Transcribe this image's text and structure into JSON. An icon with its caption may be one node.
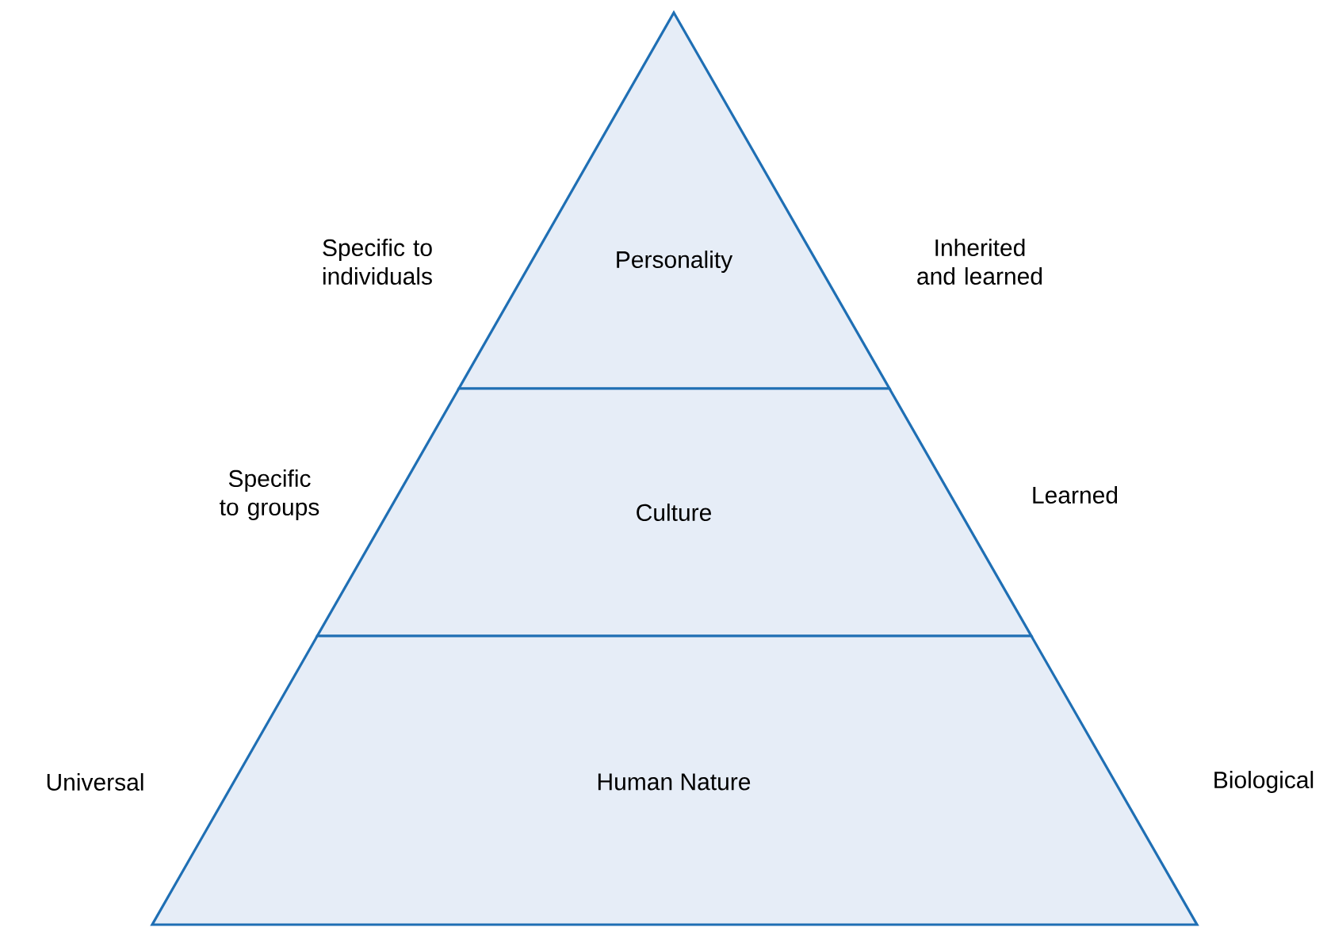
{
  "diagram": {
    "nodes": [
      {
        "text": [
          "Personality"
        ],
        "beside": [
          "Specific to individuals",
          "Inherited and learned"
        ]
      },
      {
        "text": [
          "Culture"
        ],
        "beside": [
          "Specific to groups",
          "Learned"
        ]
      },
      {
        "text": [
          "Human Nature"
        ],
        "beside": [
          "Universal",
          "Biological"
        ]
      }
    ]
  }
}
